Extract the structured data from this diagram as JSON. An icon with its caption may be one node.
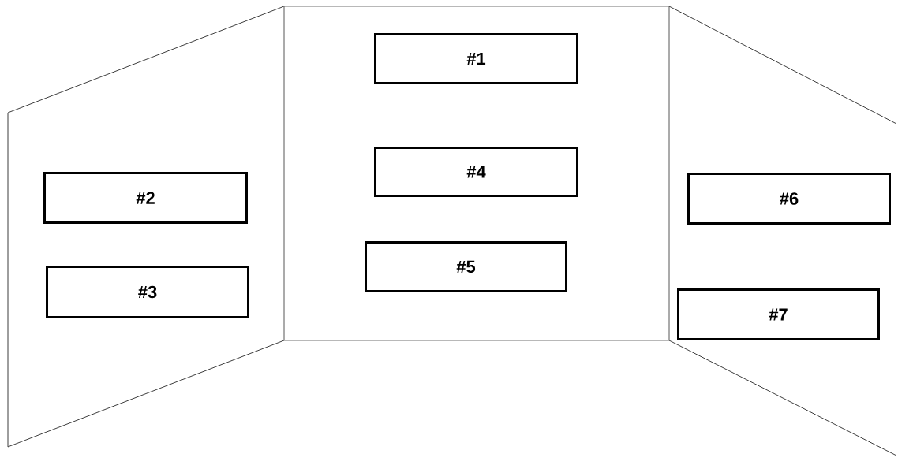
{
  "diagram": {
    "nodes": [
      {
        "text": [],
        "shape": "trapezoid"
      },
      {
        "text": [
          "#2"
        ],
        "in": 0
      },
      {
        "text": [
          "#3"
        ],
        "in": 0
      },
      {
        "text": [],
        "shape": "box"
      },
      {
        "text": [
          "#1"
        ],
        "in": 3
      },
      {
        "text": [
          "#4"
        ],
        "in": 3
      },
      {
        "text": [
          "#5"
        ],
        "in": 3
      },
      {
        "text": [],
        "shape": "trapezoid"
      },
      {
        "text": [
          "#6"
        ],
        "in": 7
      },
      {
        "text": [
          "#7"
        ],
        "in": 7
      }
    ]
  }
}
